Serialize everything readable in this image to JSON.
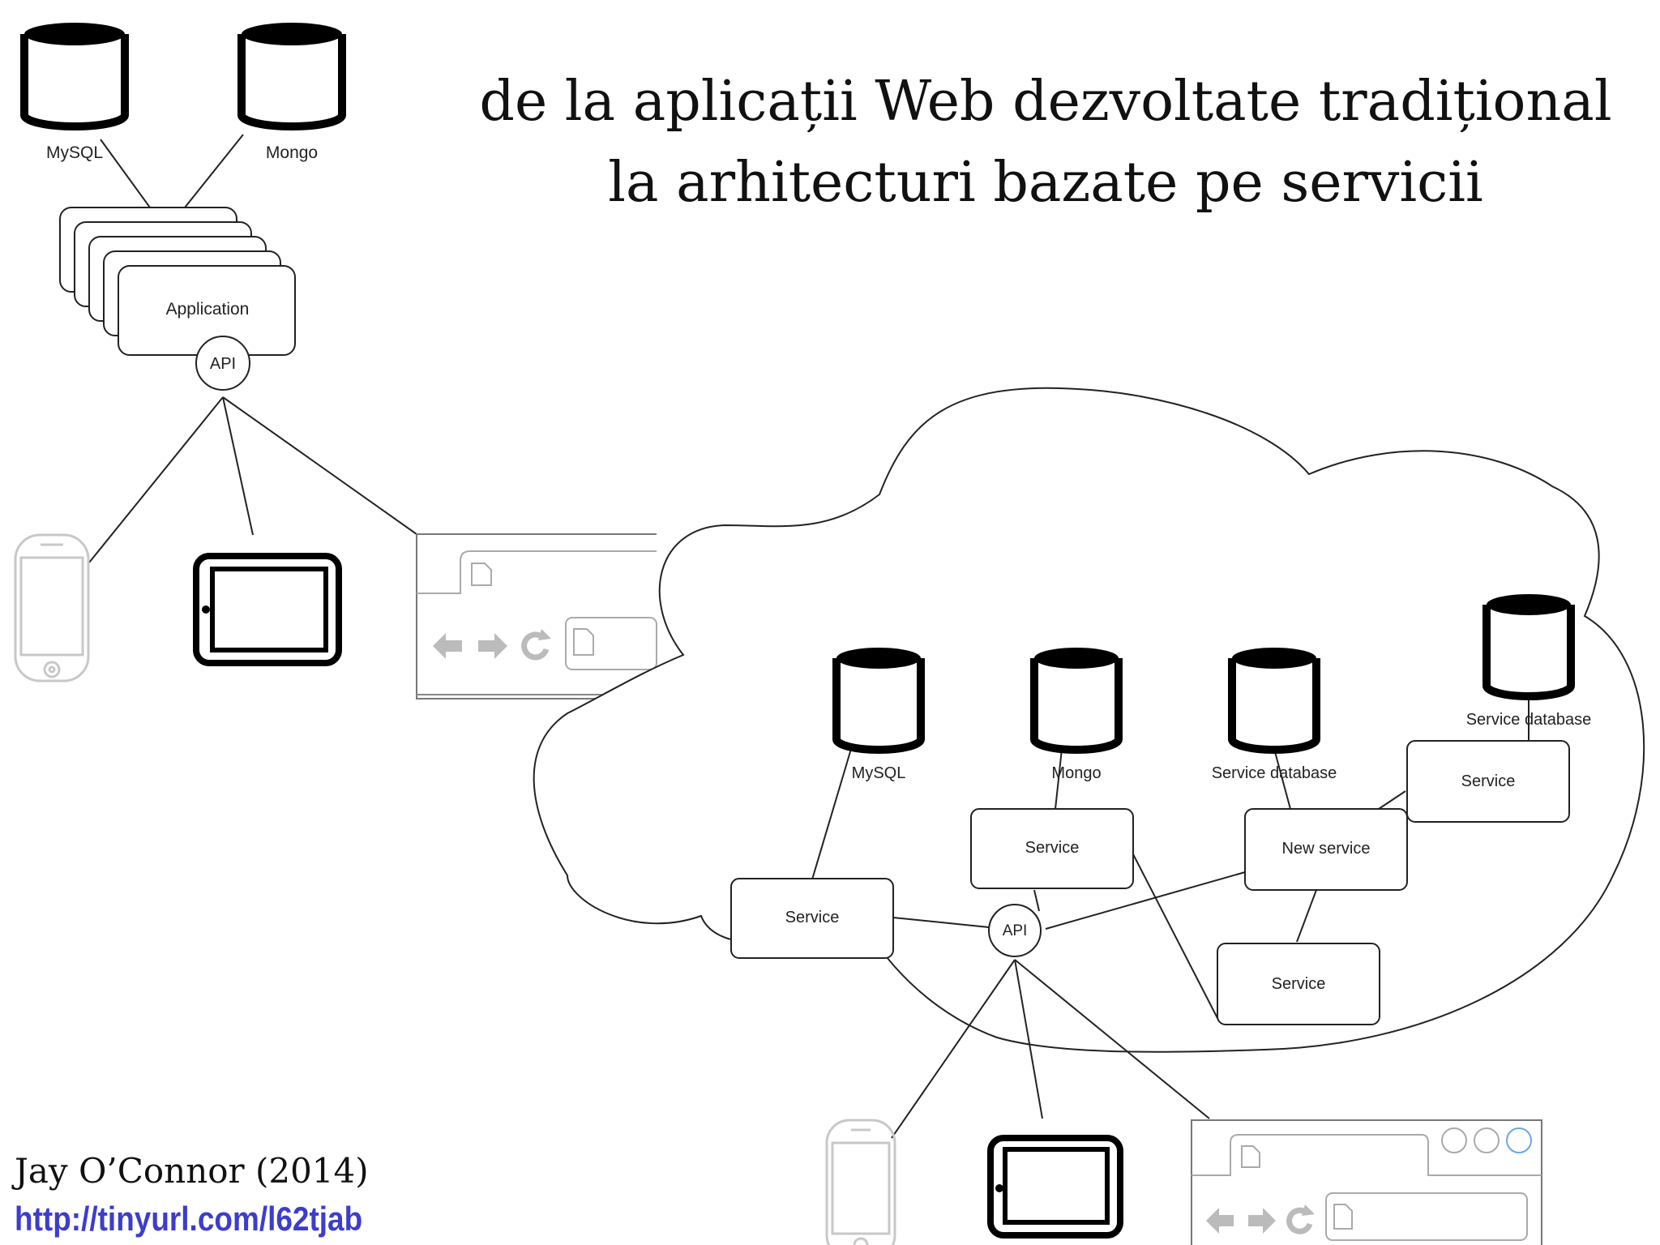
{
  "title": {
    "line1": "de la aplicații Web dezvoltate tradițional",
    "line2": "la arhitecturi bazate pe servicii"
  },
  "credit": {
    "author": "Jay O’Connor (2014)",
    "url": "http://tinyurl.com/l62tjab"
  },
  "left_diagram": {
    "databases": [
      "MySQL",
      "Mongo"
    ],
    "application_label": "Application",
    "api_label": "API",
    "clients": [
      "phone-icon",
      "tablet-icon",
      "browser-window"
    ]
  },
  "right_diagram": {
    "databases": [
      "MySQL",
      "Mongo",
      "Service database",
      "Service database"
    ],
    "services": {
      "service_a": "Service",
      "service_b": "Service",
      "new_service": "New service",
      "service_c": "Service",
      "service_d": "Service"
    },
    "api_label": "API",
    "clients": [
      "phone-icon",
      "tablet-icon",
      "browser-window"
    ]
  }
}
